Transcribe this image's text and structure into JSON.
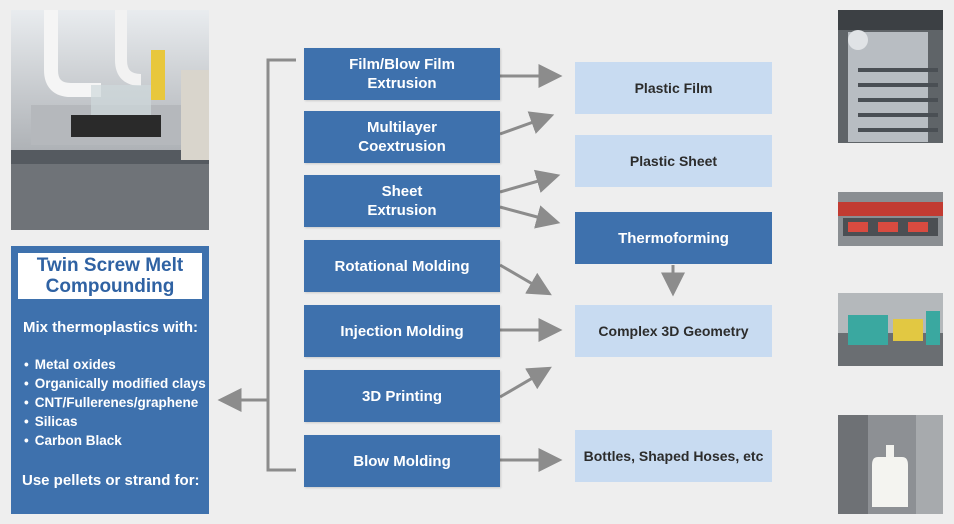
{
  "compounding": {
    "title": "Twin Screw Melt\nCompounding",
    "mix_label": "Mix thermoplastics with:",
    "items": [
      "Metal oxides",
      "Organically modified clays",
      "CNT/Fullerenes/graphene",
      "Silicas",
      "Carbon Black"
    ],
    "use_label": "Use pellets or strand for:"
  },
  "processes": [
    "Film/Blow Film\nExtrusion",
    "Multilayer\nCoextrusion",
    "Sheet\nExtrusion",
    "Rotational Molding",
    "Injection Molding",
    "3D Printing",
    "Blow Molding"
  ],
  "products": [
    "Plastic Film",
    "Plastic Sheet",
    "Thermoforming",
    "Complex 3D Geometry",
    "Bottles, Shaped Hoses, etc"
  ],
  "colors": {
    "process": "#3e71ad",
    "product": "#c8dbf1",
    "arrow": "#8c8c8c",
    "background": "#eeeeee"
  },
  "photos": [
    "extruder-machine-photo",
    "plastic-film-photo",
    "thermoforming-photo",
    "injection-molding-machine-photo",
    "blow-molded-bottle-photo"
  ]
}
